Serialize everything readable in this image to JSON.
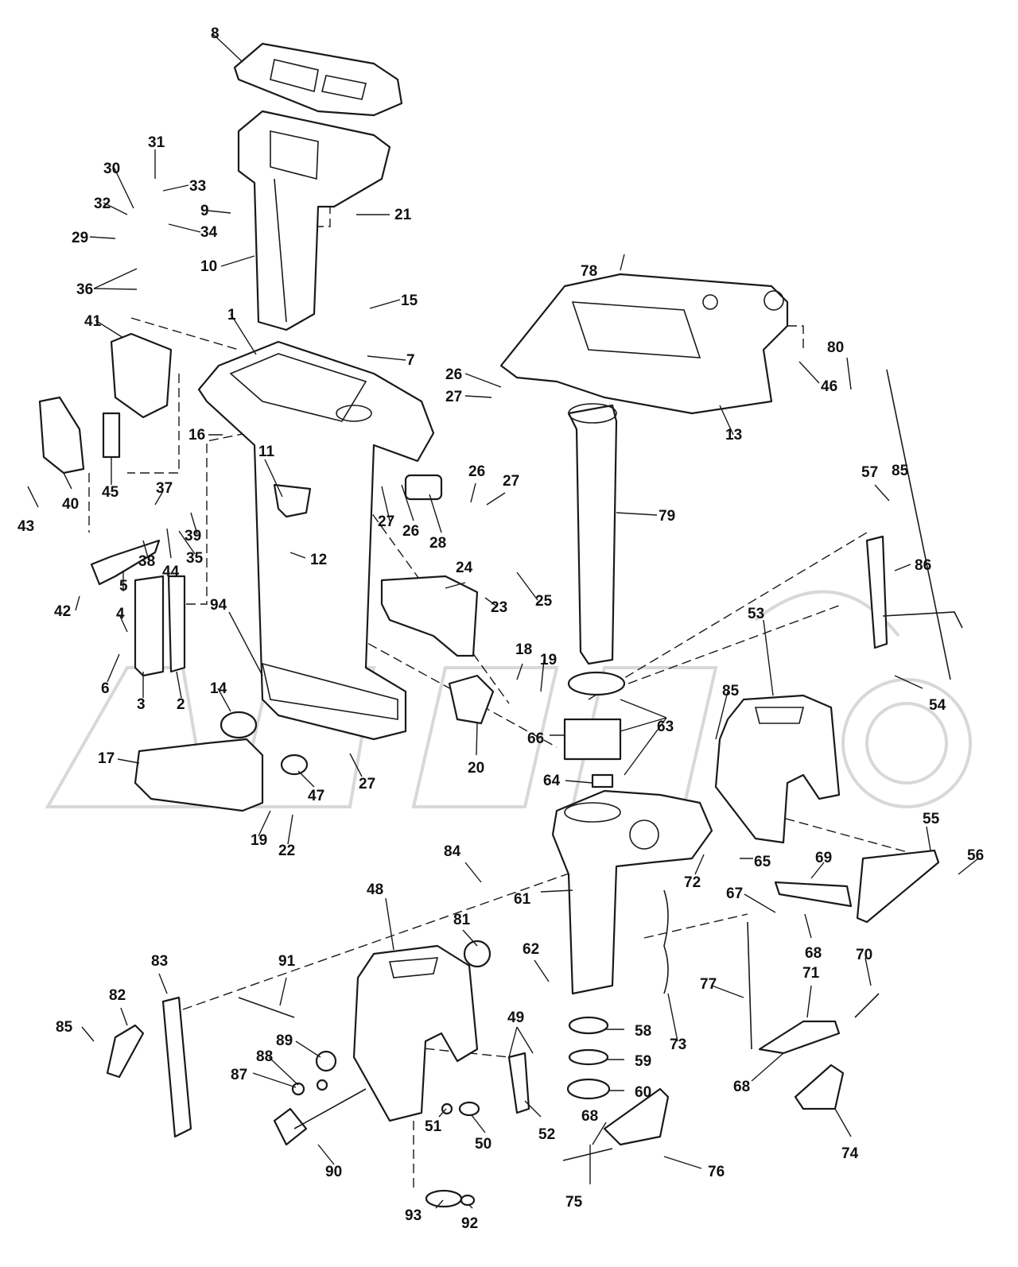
{
  "diagram": {
    "callout_labels": [
      "1",
      "2",
      "3",
      "4",
      "5",
      "6",
      "7",
      "8",
      "9",
      "10",
      "11",
      "12",
      "13",
      "14",
      "15",
      "16",
      "17",
      "18",
      "19",
      "20",
      "21",
      "22",
      "23",
      "24",
      "25",
      "26",
      "27",
      "28",
      "29",
      "30",
      "31",
      "32",
      "33",
      "34",
      "35",
      "36",
      "37",
      "38",
      "39",
      "40",
      "41",
      "42",
      "43",
      "44",
      "45",
      "46",
      "47",
      "48",
      "49",
      "50",
      "51",
      "52",
      "53",
      "54",
      "55",
      "56",
      "57",
      "58",
      "59",
      "60",
      "61",
      "62",
      "63",
      "64",
      "65",
      "66",
      "67",
      "68",
      "69",
      "70",
      "71",
      "72",
      "73",
      "74",
      "75",
      "76",
      "77",
      "78",
      "79",
      "80",
      "81",
      "82",
      "83",
      "84",
      "85",
      "86",
      "87",
      "88",
      "89",
      "90",
      "91",
      "92",
      "93",
      "94"
    ]
  },
  "watermark": {
    "text": "ACTIVE"
  }
}
